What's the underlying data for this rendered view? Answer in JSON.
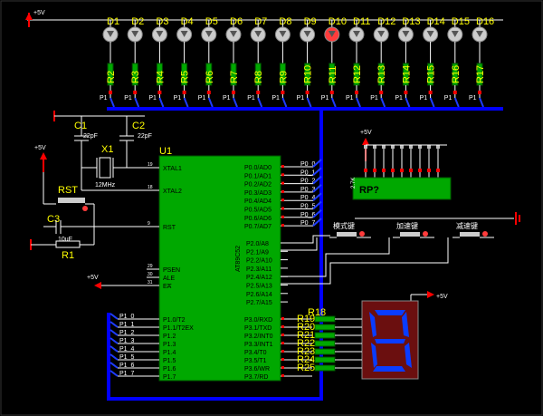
{
  "colors": {
    "background": "#000000",
    "board": "#00aa00",
    "wire": "#ffffff",
    "bus": "#1e3cff",
    "label": "#ffff00",
    "power": "#ff0000",
    "led_off": "#cccccc",
    "led_on": "#ff3b3b",
    "seg": "#0a3cff",
    "seg_body": "#6b0f0f"
  },
  "power": {
    "vcc_top": "+5V",
    "vcc_left": "+5V",
    "vcc_mid": "+5V",
    "vcc_rp": "+5V",
    "vcc_seg": "+5V"
  },
  "leds": [
    "D1",
    "D2",
    "D3",
    "D4",
    "D5",
    "D6",
    "D7",
    "D8",
    "D9",
    "D10",
    "D11",
    "D12",
    "D13",
    "D14",
    "D15",
    "D16"
  ],
  "resistors": [
    "R2",
    "R3",
    "R4",
    "R5",
    "R6",
    "R7",
    "R8",
    "R9",
    "R10",
    "R11",
    "R12",
    "R13",
    "R14",
    "R15",
    "R16",
    "R17"
  ],
  "top_pins": [
    "P1",
    "P1",
    "P1",
    "P1",
    "P1",
    "P1",
    "P1",
    "P1",
    "P1",
    "P1",
    "P1",
    "P1",
    "P1",
    "P1",
    "P1",
    "P1"
  ],
  "mcu": {
    "ref": "U1",
    "part": "AT89C52",
    "left_pins": [
      "XTAL1",
      "XTAL2",
      "RST",
      "PSEN",
      "ALE",
      "EA"
    ],
    "left_pin_nums": [
      "19",
      "18",
      "9",
      "29",
      "30",
      "31"
    ],
    "right_pins_p0": [
      "P0.0/AD0",
      "P0.1/AD1",
      "P0.2/AD2",
      "P0.3/AD3",
      "P0.4/AD4",
      "P0.5/AD5",
      "P0.6/AD6",
      "P0.7/AD7"
    ],
    "right_pins_p2": [
      "P2.0/A8",
      "P2.1/A9",
      "P2.2/A10",
      "P2.3/A11",
      "P2.4/A12",
      "P2.5/A13",
      "P2.6/A14",
      "P2.7/A15"
    ],
    "left_pins_p1": [
      "P1.0/T2",
      "P1.1/T2EX",
      "P1.2",
      "P1.3",
      "P1.4",
      "P1.5",
      "P1.6",
      "P1.7"
    ],
    "right_pins_p3": [
      "P3.0/RXD",
      "P3.1/TXD",
      "P3.2/INT0",
      "P3.3/INT1",
      "P3.4/T0",
      "P3.5/T1",
      "P3.6/WR",
      "P3.7/RD"
    ]
  },
  "p0_net_labels": [
    "P0_0",
    "P0_1",
    "P0_2",
    "P0_3",
    "P0_4",
    "P0_5",
    "P0_6",
    "P0_7"
  ],
  "p1_net_labels": [
    "P1_0",
    "P1_1",
    "P1_2",
    "P1_3",
    "P1_4",
    "P1_5",
    "P1_6",
    "P1_7"
  ],
  "parts": {
    "c1": "C1",
    "c1_val": "22pF",
    "c2": "C2",
    "c2_val": "22pF",
    "x1": "X1",
    "x1_val": "12MHz",
    "c3": "C3",
    "c3_val": "10uF",
    "r1": "R1",
    "rst": "RST",
    "rp": "RP?",
    "rp_sub": "2.7K",
    "r18": "R18",
    "rx_labels": [
      "R19",
      "R20",
      "R21",
      "R22",
      "R23",
      "R24",
      "R25"
    ]
  },
  "buttons": [
    "模式键",
    "加速键",
    "减速键"
  ],
  "seg_display": {
    "digit": "8"
  }
}
